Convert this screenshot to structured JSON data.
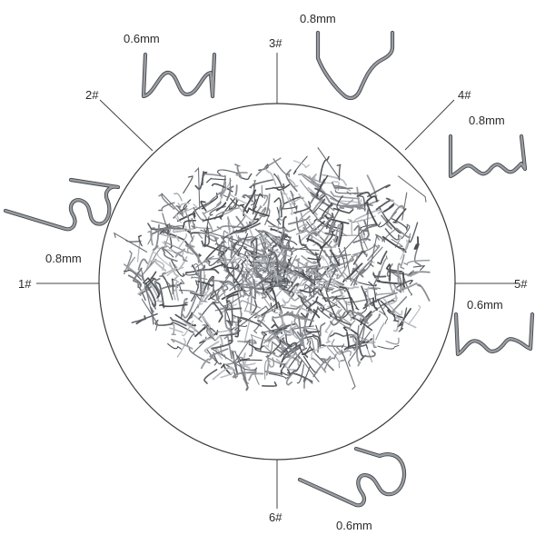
{
  "callouts": [
    {
      "id": "1",
      "number": "1#",
      "size": "0.8mm"
    },
    {
      "id": "2",
      "number": "2#",
      "size": "0.6mm"
    },
    {
      "id": "3",
      "number": "3#",
      "size": "0.8mm"
    },
    {
      "id": "4",
      "number": "4#",
      "size": "0.8mm"
    },
    {
      "id": "5",
      "number": "5#",
      "size": "0.6mm"
    },
    {
      "id": "6",
      "number": "6#",
      "size": "0.6mm"
    }
  ],
  "colors": {
    "background": "#ffffff",
    "circle_outline": "#3a3a3a",
    "leader_line": "#444444",
    "staple_metal": "#7a7d82",
    "staple_highlight": "#c9ccd1",
    "staple_shadow": "#45484c"
  }
}
